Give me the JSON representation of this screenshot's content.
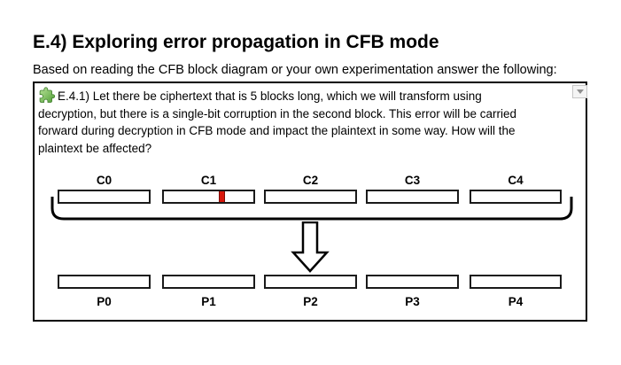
{
  "page": {
    "title": "E.4) Exploring error propagation in CFB mode",
    "intro": "Based on reading the CFB block diagram or your own experimentation answer the following:"
  },
  "question": {
    "icon": "puzzle-icon",
    "lines": [
      "E.4.1) Let there be ciphertext that is 5 blocks long, which we will transform using",
      "decryption, but there is a single-bit corruption in the second block. This error will be carried",
      "forward during decryption in CFB mode and impact the plaintext in some way. How will the",
      "plaintext be affected?"
    ]
  },
  "diagram": {
    "ciphertext_labels": [
      "C0",
      "C1",
      "C2",
      "C3",
      "C4"
    ],
    "plaintext_labels": [
      "P0",
      "P1",
      "P2",
      "P3",
      "P4"
    ],
    "corruption": {
      "block": "C1",
      "description": "single-bit corruption marker"
    }
  },
  "colors": {
    "corruption_red": "#d8170c",
    "puzzle_green": "#6fbe4a",
    "text": "#000000"
  }
}
